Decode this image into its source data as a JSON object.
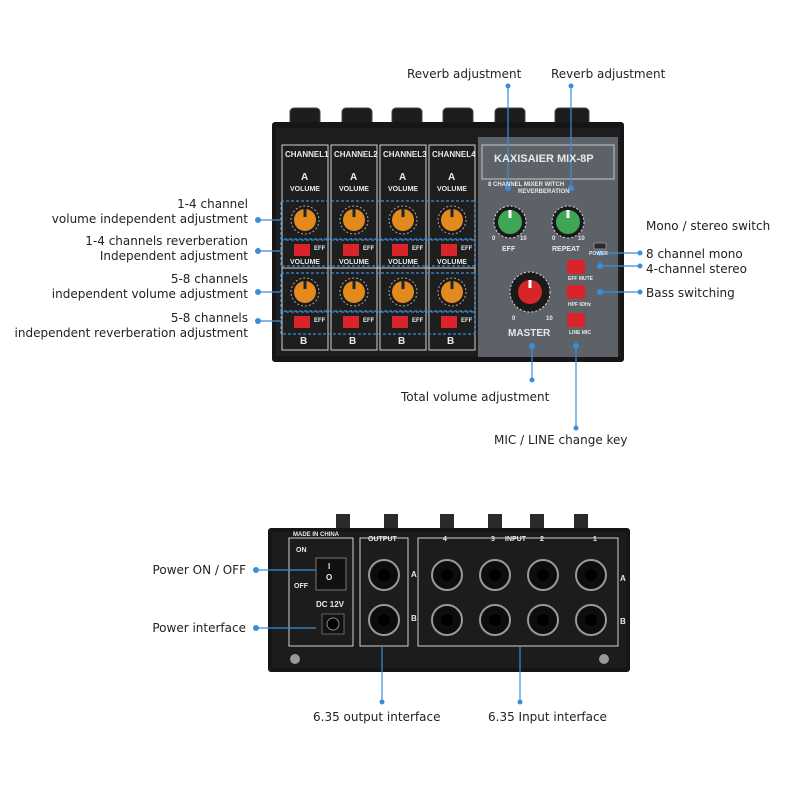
{
  "colors": {
    "callout_blue": "#3a8ed8",
    "knob_orange": "#e38a1e",
    "knob_green": "#3fa653",
    "knob_red": "#d6262a",
    "button_red": "#d8242a",
    "panel_black": "#1a1a1a",
    "panel_grey": "#5d6269"
  },
  "front": {
    "brand": "KAXISAIER MIX-8P",
    "subtitle_line1": "8 CHANNEL MIXER WITCH",
    "subtitle_line2": "REVERBERATION",
    "channels": [
      "CHANNEL1",
      "CHANNEL2",
      "CHANNEL3",
      "CHANNEL4"
    ],
    "row_a": "A",
    "row_b": "B",
    "volume_label": "VOLUME",
    "eff_label": "EFF",
    "scale_min": "0",
    "scale_max": "10",
    "eff_knob_label": "EFF",
    "repeat_knob_label": "REPEAT",
    "power_label": "POWER",
    "eff_mute_label": "EFF MUTE",
    "hpf_label": "HPF 60Hz",
    "line_mic_label": "LINE MIC",
    "master_label": "MASTER"
  },
  "back": {
    "made_in": "MADE IN CHINA",
    "on": "ON",
    "off": "OFF",
    "switch_on_glyph": "I",
    "switch_off_glyph": "O",
    "dc": "DC 12V",
    "output_label": "OUTPUT",
    "input_label": "INPUT",
    "input_numbers": [
      "4",
      "3",
      "2",
      "1"
    ],
    "row_a": "A",
    "row_b": "B"
  },
  "annotations": {
    "reverb_adjustment_1": "Reverb adjustment",
    "reverb_adjustment_2": "Reverb adjustment",
    "vol_1_4_line1": "1-4 channel",
    "vol_1_4_line2": "volume independent adjustment",
    "rev_1_4_line1": "1-4 channels reverberation",
    "rev_1_4_line2": "Independent adjustment",
    "vol_5_8_line1": "5-8 channels",
    "vol_5_8_line2": "independent volume adjustment",
    "rev_5_8_line1": "5-8 channels",
    "rev_5_8_line2": "independent reverberation adjustment",
    "mono_stereo_switch": "Mono / stereo switch",
    "mono_line1": "8 channel mono",
    "mono_line2": "4-channel stereo",
    "bass_switching": "Bass switching",
    "total_volume": "Total volume adjustment",
    "mic_line_key": "MIC / LINE change key",
    "power_on_off": "Power ON / OFF",
    "power_interface": "Power interface",
    "output_interface": "6.35 output interface",
    "input_interface": "6.35 Input interface"
  }
}
